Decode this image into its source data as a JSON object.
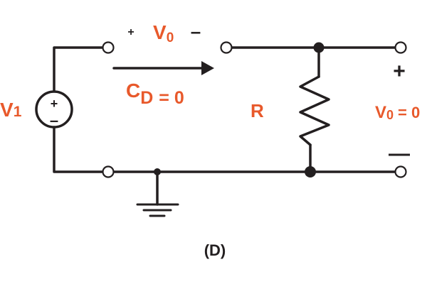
{
  "colors": {
    "accent": "#e8592b",
    "ink": "#231f20",
    "background": "#ffffff"
  },
  "source": {
    "name": "V",
    "subscript": "1",
    "plus": "+",
    "minus": "–"
  },
  "switch": {
    "v_name": "V",
    "v_subscript": "0",
    "plus": "+",
    "minus": "–",
    "cap_letter": "C",
    "cap_subscript": "D",
    "cap_value": "= 0"
  },
  "resistor": {
    "label": "R"
  },
  "output": {
    "plus": "+",
    "minus": "—",
    "v_name": "V",
    "v_subscript": "0",
    "v_value": "= 0"
  },
  "caption": "(D)"
}
